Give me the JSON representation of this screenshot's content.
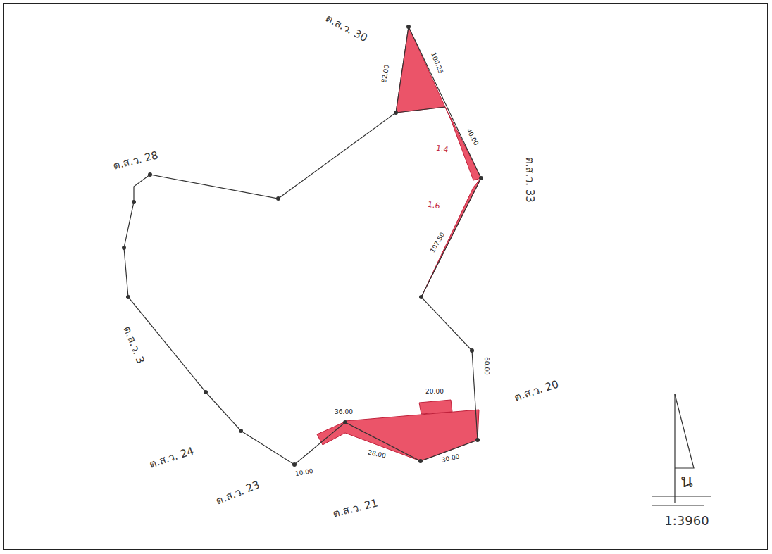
{
  "diagram": {
    "labels": [
      "ต.ส.ว. 30",
      "ต.ส.ว. 28",
      "ต.ส.ว. 33",
      "ต.ส.ว. 3",
      "ต.ส.ว. 24",
      "ต.ส.ว. 23",
      "ต.ส.ว. 21",
      "ต.ส.ว. 20",
      "82.00",
      "100.25",
      "40.00",
      "1.4",
      "1.6",
      "107.50",
      "60.00",
      "20.00",
      "36.00",
      "28.00",
      "30.00",
      "10.00",
      "น",
      "1:3960"
    ]
  }
}
